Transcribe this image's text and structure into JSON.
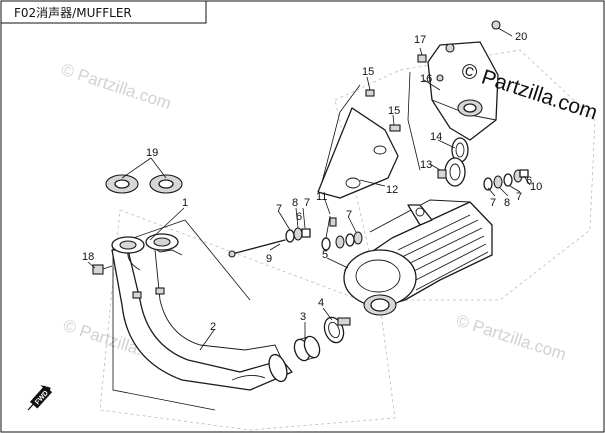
{
  "title": "F02消声器/MUFFLER",
  "fwd_label": "FWD",
  "watermark": "© Partzilla.com",
  "watermark_main": "© Partzilla.com",
  "callouts": [
    "1",
    "2",
    "3",
    "4",
    "5",
    "6",
    "7",
    "8",
    "9",
    "10",
    "11",
    "12",
    "13",
    "14",
    "15",
    "16",
    "17",
    "18",
    "19",
    "20"
  ]
}
